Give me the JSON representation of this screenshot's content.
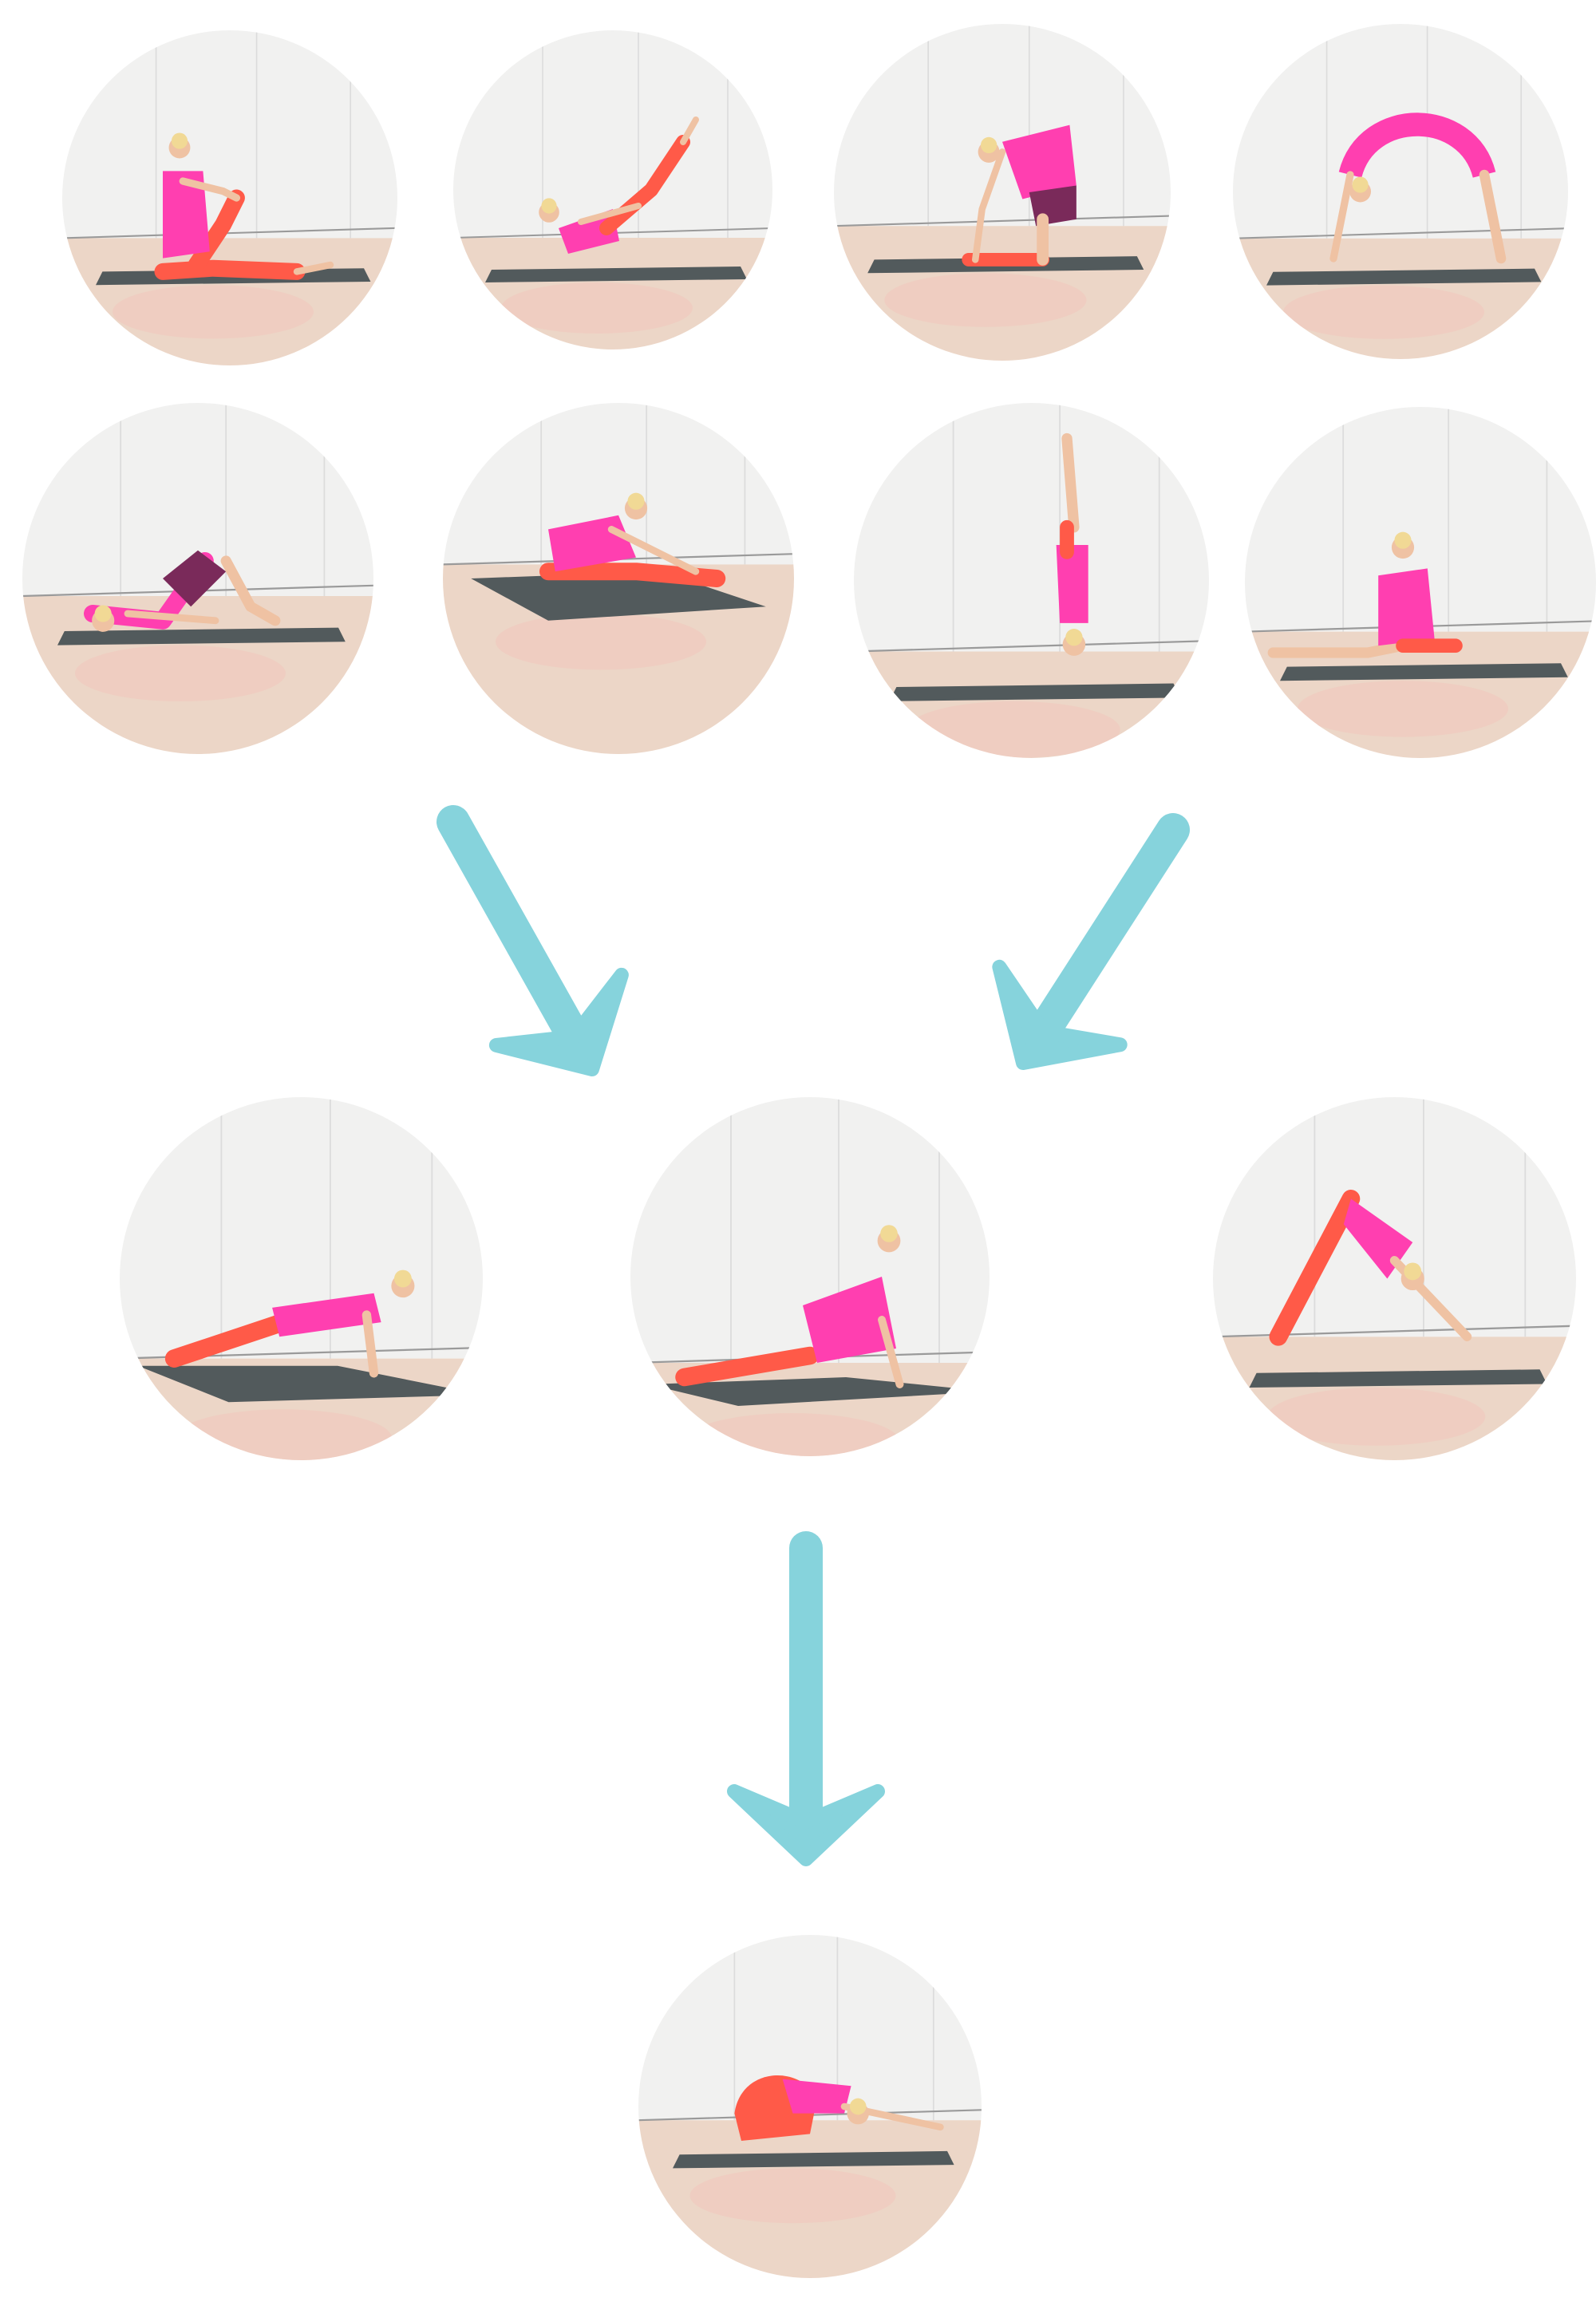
{
  "colors": {
    "arrow": "#86d3dc",
    "wall": "#f1f1f0",
    "wall_line": "#dcdcdc",
    "floor": "#ecd6c7",
    "floor_reflection": "#f2c6bc",
    "mat": "#525a5c",
    "top": "#ff3fb0",
    "pants": "#ff5a48",
    "skin": "#efc2a3",
    "hair": "#f1d995"
  },
  "groups": {
    "top_grid": [
      {
        "name": "seated-twist-pose",
        "icon": "seated-twist-icon"
      },
      {
        "name": "boat-pose",
        "icon": "boat-pose-icon"
      },
      {
        "name": "camel-pose",
        "icon": "camel-pose-icon"
      },
      {
        "name": "wheel-pose",
        "icon": "wheel-pose-icon"
      },
      {
        "name": "fish-bridge-pose",
        "icon": "bridge-pose-icon"
      },
      {
        "name": "seated-forward-bend",
        "icon": "forward-bend-icon"
      },
      {
        "name": "headstand",
        "icon": "headstand-icon"
      },
      {
        "name": "pigeon-pose",
        "icon": "pigeon-pose-icon"
      }
    ],
    "middle_row": [
      {
        "name": "plank-pose",
        "icon": "plank-pose-icon"
      },
      {
        "name": "upward-dog-pose",
        "icon": "upward-dog-icon"
      },
      {
        "name": "downward-dog-pose",
        "icon": "downward-dog-icon"
      }
    ],
    "final": [
      {
        "name": "childs-pose",
        "icon": "childs-pose-icon"
      }
    ]
  },
  "arrows": [
    "arrow-left-down",
    "arrow-right-down",
    "arrow-down"
  ]
}
